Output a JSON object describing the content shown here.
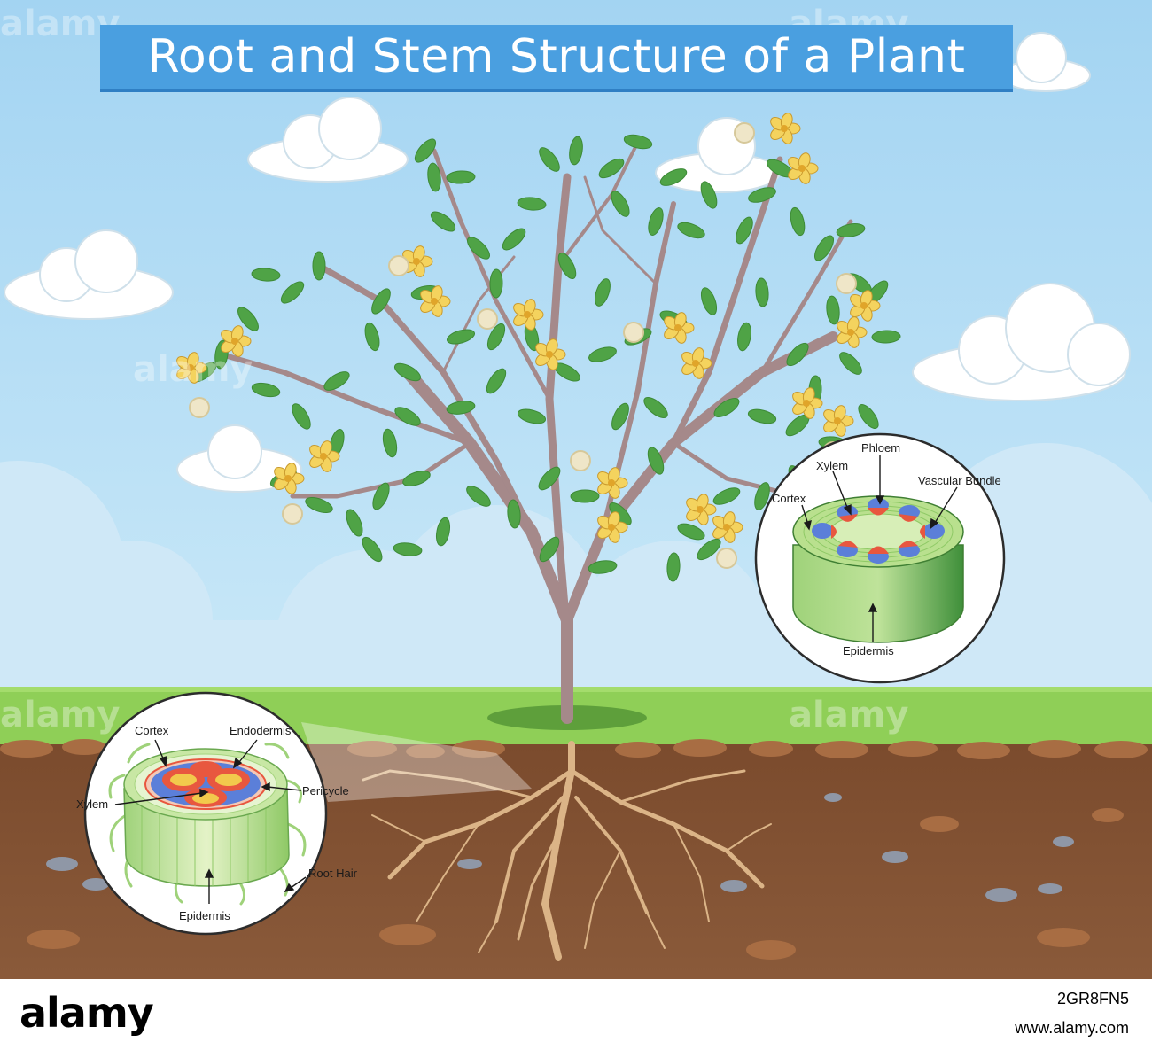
{
  "title": "Root and Stem Structure of a Plant",
  "stem_diagram": {
    "labels": {
      "phloem": "Phloem",
      "xylem": "Xylem",
      "vascular_bundle": "Vascular Bundle",
      "cortex": "Cortex",
      "epidermis": "Epidermis"
    }
  },
  "root_diagram": {
    "labels": {
      "cortex": "Cortex",
      "endodermis": "Endodermis",
      "xylem": "Xylem",
      "pericycle": "Pericycle",
      "root_hair": "Root Hair",
      "epidermis": "Epidermis"
    }
  },
  "watermark": "alamy",
  "footer": {
    "logo": "alamy",
    "image_id": "2GR8FN5",
    "url": "www.alamy.com"
  },
  "colors": {
    "sky": "#a9d7f2",
    "grass": "#8fcf57",
    "soil": "#7a4a2c",
    "title_bg": "#4a9fe0",
    "leaf": "#4fa346",
    "trunk": "#a5898a",
    "flower": "#f4d35e",
    "xylem_red": "#e8573f",
    "phloem_blue": "#5b7fd9",
    "stem_green": "#7dc35a"
  }
}
